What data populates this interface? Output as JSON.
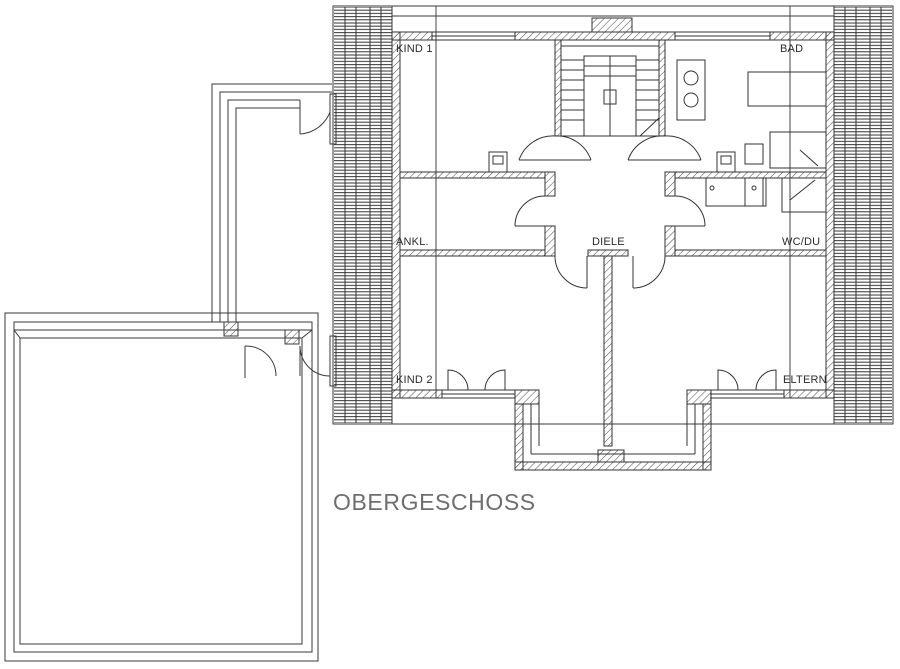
{
  "drawing": {
    "title": "OBERGESCHOSS",
    "rooms": {
      "kind1": "KIND 1",
      "bad": "BAD",
      "ankl": "ANKL.",
      "diele": "DIELE",
      "wc_du": "WC/DU",
      "kind2": "KIND 2",
      "eltern": "ELTERN"
    }
  },
  "colors": {
    "line": "#3a3a3a",
    "wall_hatch": "#555555",
    "title_text": "#6e6e6e",
    "background": "#ffffff"
  }
}
